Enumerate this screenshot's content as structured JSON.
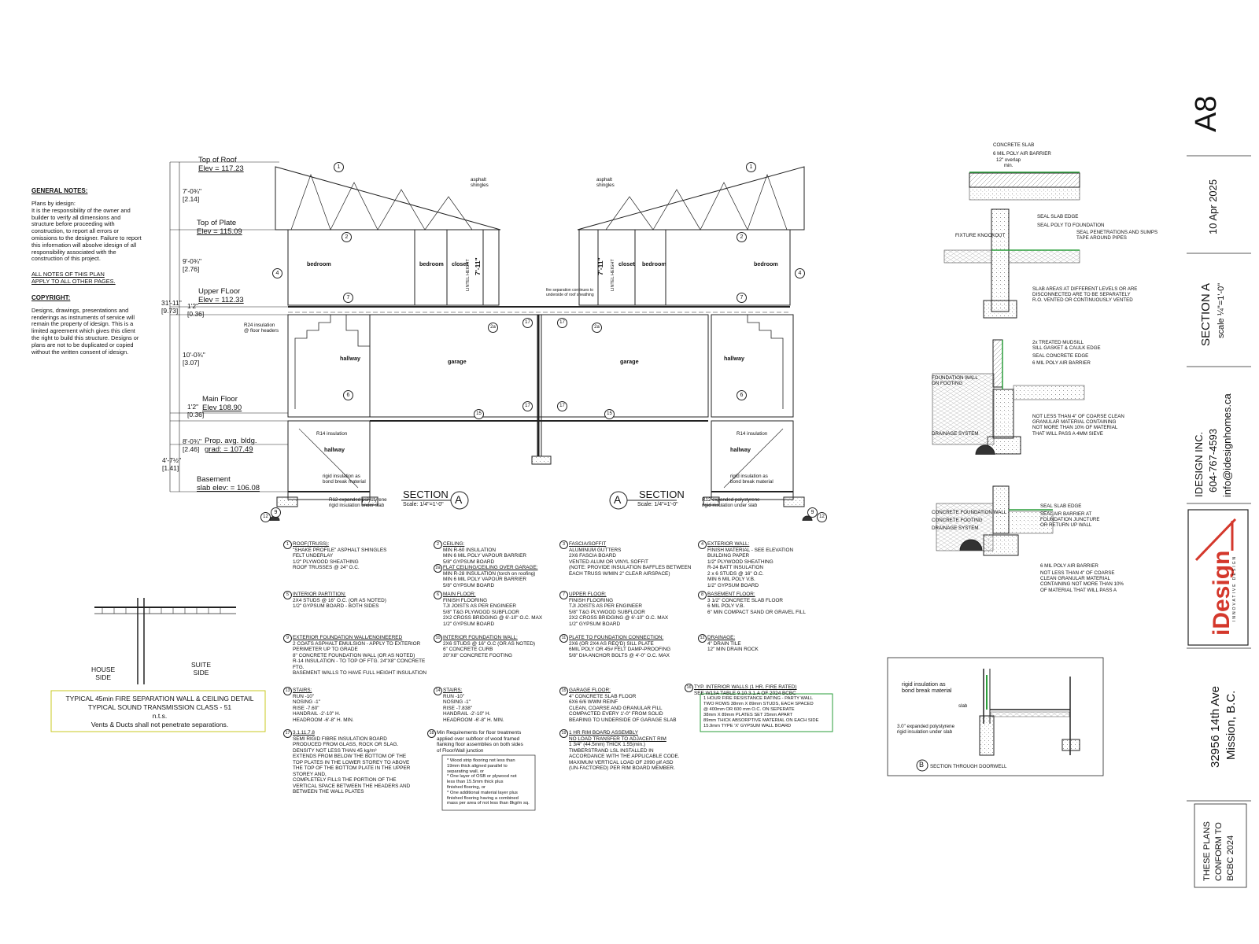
{
  "title_block": {
    "sheet": "A8",
    "date": "10 Apr 2025",
    "section_title": "SECTION A",
    "scale": "scale ¼\"=1'-0\"",
    "company": "IDESIGN INC.",
    "phone": "604-767-4593",
    "email": "info@idesignhomes.ca",
    "logo": "iDesign",
    "logo_sub": "INNOVATIVE DESIGN",
    "address1": "32956 14th Ave",
    "address2": "Mission, B.C.",
    "conform1": "THESE PLANS",
    "conform2": "CONFORM TO",
    "conform3": "BCBC 2024"
  },
  "general_notes": {
    "heading": "GENERAL NOTES:",
    "body": "Plans by idesign:\nIt is the responsibility of the owner and\nbuilder to verify all dimensions and\nstructure before proceeding with\nconstruction, to report all errors or\nomissions to the designer. Failure to report\nthis information will absolve idesign of all\nresponsibility associated with the\nconstruction of this project.",
    "all_notes": "ALL NOTES OF THIS PLAN\nAPPLY TO ALL OTHER PAGES.",
    "copyright_heading": "COPYRIGHT:",
    "copyright_body": "Designs, drawings, presentations and\nrenderings as instruments of service will\nremain the property of idesign. This is a\nlimited agreement which gives this client\nthe right to build this structure. Designs or\nplans are not to be duplicated or copied\nwithout the written consent of idesign."
  },
  "levels": {
    "top_roof": "Top of Roof",
    "top_roof_elev": "Elev = 117.23",
    "top_plate": "Top of Plate",
    "top_plate_elev": "Elev = 115.09",
    "upper_floor": "Upper FLoor",
    "upper_floor_elev": "Elev = 112.33",
    "main_floor": "Main Floor",
    "main_floor_elev": "Elev 108.90",
    "prop_grade": "Prop. avg. bldg.",
    "prop_grade_elev": "grad: = 107.49",
    "basement": "Basement",
    "basement_elev": "slab elev: = 106.08"
  },
  "dims": {
    "d1": "7'-0¾\"",
    "d1m": "[2.14]",
    "d2": "9'-0¾\"",
    "d2m": "[2.76]",
    "d3": "1'2\"",
    "d3m": "[0.36]",
    "d4": "10'-0¾\"",
    "d4m": "[3.07]",
    "d5": "1'2\"",
    "d5m": "[0.36]",
    "d6": "8'-0¾\"",
    "d6m": "[2.46]",
    "d7": "4'-7½\"",
    "d7m": "[1.41]",
    "total": "31'-11\"",
    "totalm": "[9.73]",
    "lintel": "7'-11\"",
    "lintel_label": "LINTEL HEIGHT"
  },
  "rooms": {
    "bedroom": "bedroom",
    "closet": "closet",
    "hallway": "hallway",
    "garage": "garage"
  },
  "labels": {
    "asphalt": "asphalt\nshingles",
    "r24": "R24 insulation\n@ floor headers",
    "r14": "R14 insulation",
    "rigid_bond": "rigid insulation as\nbond break material",
    "r12": "R12 expanded polystyrene\nrigid insulation under slab",
    "fire_sep": "fire separation continues\nto underside of roof sheathing",
    "section": "SECTION",
    "section_letter": "A",
    "section_scale": "Scale: 1/4\"=1'-0\""
  },
  "notes": [
    {
      "num": "1",
      "title": "ROOF(TRUSS):",
      "body": "\"SHAKE PROFILE\" ASPHALT SHINGLES\nFELT UNDERLAY\n1/2\" PLYWOOD SHEATHING\nROOF TRUSSES @ 24\" O.C."
    },
    {
      "num": "2",
      "title": "CEILING:",
      "body": "MIN R-60 INSULATION\nMIN 6 MIL POLY VAPOUR BARRIER\n5/8\" GYPSUM BOARD"
    },
    {
      "num": "3",
      "title": "FASCIA/SOFFIT",
      "body": "ALUMINUM GUTTERS\n2X6 FASCIA BOARD\nVENTED ALUM OR VINYL SOFFIT\n(NOTE: PROVIDE INSULATION BAFFLES BETWEEN\nEACH TRUSS W/MIN 2\" CLEAR AIRSPACE)"
    },
    {
      "num": "4",
      "title": "EXTERIOR WALL:",
      "body": "FINISH MATERIAL - SEE ELEVATION\nBUILDING PAPER\n1/2\" PLYWOOD SHEATHING\nR-24 BATT INSULATION\n2 x 6 STUDS @ 16\" O.C.\nMIN 6 MIL POLY V.B.\n1/2\" GYPSUM BOARD"
    },
    {
      "num": "2a",
      "title": "FLAT CEILING/CEILING OVER GARAGE:",
      "body": "MIN R-28 INSULATION (torch on roofing)\nMIN 6 MIL POLY VAPOUR BARRIER\n5/8\" GYPSUM BOARD"
    },
    {
      "num": "5",
      "title": "INTERIOR PARTITION:",
      "body": "2X4 STUDS @ 16\" O.C. (OR AS NOTED)\n1/2\" GYPSUM BOARD - BOTH SIDES"
    },
    {
      "num": "6",
      "title": "MAIN FLOOR:",
      "body": "FINISH FLOORING\nTJI JOISTS AS PER ENGINEER\n5/8\" T&G PLYWOOD SUBFLOOR\n2X2 CROSS BRIDGING @ 6'-10\" O.C. MAX\n1/2\" GYPSUM BOARD"
    },
    {
      "num": "7",
      "title": "UPPER FLOOR:",
      "body": "FINISH FLOORING\nTJI JOISTS AS PER ENGINEER\n5/8\" T&G PLYWOOD SUBFLOOR\n2X2 CROSS BRIDGING @ 6'-10\" O.C. MAX\n1/2\" GYPSUM BOARD"
    },
    {
      "num": "8",
      "title": "BASEMENT FLOOR:",
      "body": "3 1/2\" CONCRETE SLAB FLOOR\n6 MIL POLY V.B.\n6\" MIN COMPACT SAND OR GRAVEL FILL"
    },
    {
      "num": "9",
      "title": "EXTERIOR FOUNDATION WALL/ENGINEERED",
      "body": "2 COATS ASPHALT EMULSION - APPLY TO EXTERIOR\n   PERIMETER UP TO GRADE\n8\" CONCRETE FOUNDATION WALL (OR AS NOTED)\nR-14 INSULATION - TO TOP OF FTG. 24\"X8\" CONCRETE FTG.\nBASEMENT WALLS TO HAVE FULL HEIGHT INSULATION"
    },
    {
      "num": "10",
      "title": "INTERIOR FOUNDATION WALL:",
      "body": "2X6 STUDS @ 16\" O.C (OR AS NOTED)\n6\" CONCRETE CURB\n20\"X8\" CONCRETE FOOTING"
    },
    {
      "num": "11",
      "title": "PLATE TO FOUNDATION CONNECTION:",
      "body": "2X6 (OR 2X4 AS REQ'D) SILL PLATE\n6MIL POLY OR 45# FELT DAMP-PROOFING\n5/8\" DIA ANCHOR BOLTS @ 4'-0\" O.C. MAX"
    },
    {
      "num": "12",
      "title": "DRAINAGE:",
      "body": "4\" DRAIN TILE\n12\" MIN DRAIN ROCK"
    },
    {
      "num": "13",
      "title": "STAIRS:",
      "body": "RUN        -10\"\nNOSING    -1\"\nRISE        -7.60\"\nHANDRAIL  -2'-10\" H.\nHEADROOM -6'-8\" H. MIN."
    },
    {
      "num": "14",
      "title": "STAIRS:",
      "body": "RUN        -10\"\nNOSING    -1\"\nRISE        -7.838\"\nHANDRAIL  -2'-10\" H.\nHEADROOM -6'-8\" H. MIN."
    },
    {
      "num": "15",
      "title": "GARAGE FLOOR:",
      "body": "4\" CONCRETE SLAB FLOOR\n6X6 6/6 WWM REINF\nCLEAN, COARSE AND GRANULAR FILL\nCOMPACTED EVERY 1'-0\" FROM SOLID\nBEARING TO UNDERSIDE OF GARAGE SLAB"
    },
    {
      "num": "16",
      "title": "TYP. INTERIOR WALLS (1 HR. FIRE RATED)",
      "body": "SEE W13A TABLE 9.10.3.1.A OF 2024 BCBC"
    },
    {
      "num": "17",
      "title": "3.1.11.7.8",
      "body": "SEMI RIGID FIBRE INSULATION BOARD\nPRODUCED FROM GLASS, ROCK OR SLAG.\nDENSITY NOT LESS THAN 45 kg/m³\nEXTENDS FROM BELOW THE BOTTOM OF THE\nTOP PLATES IN THE LOWER STOREY TO ABOVE\nTHE TOP OF THE BOTTOM PLATE IN THE UPPER\nSTOREY AND,\nCOMPLETELY FILLS THE PORTION OF THE\nVERTICAL SPACE BETWEEN THE HEADERS AND\nBETWEEN THE WALL PLATES"
    },
    {
      "num": "18",
      "title": "",
      "body": "Min Requirements for floor treatments\napplied over subfloor of wood framed\nflanking floor assemblies on both sides\nof Floor/Wall junction"
    },
    {
      "num": "19",
      "title": "1 HR RIM BOARD ASSEMBLY\nNO LOAD TRANSFER TO ADJACENT RIM",
      "body": "1 3/4\" (44.5mm) THICK 1.55(min.)\nTIMBERSTRAND LSL INSTALLED IN\nACCORDANCE WITH THE APPLICABLE CODE.\nMAXIMUM VERTICAL LOAD OF 2090 plf ASD\n(UN-FACTORED) PER RIM BOARD MEMBER."
    }
  ],
  "note18_box": "* Wood strip flooring not less than\n  19mm thick aligned parallel to\n  separating wall, or\n* One layer of OSB or plywood not\n  less than 15.5mm thick plus\n  finished flooring, or\n* One additional material layer plus\n  finished flooring having a combined\n  mass per area of not less than 8kg/m sq.",
  "note16_box": "1 HOUR FIRE RESISTANCE RATING - PARTY WALL\nTWO ROWS 38mm X 89mm STUDS, EACH SPACED\n@ 400mm OR 600 mm O.C. ON SEPERATE\n38mm X 89mm PLATES SET 25mm APART\n89mm THICK ABSORPTIVE MATERIAL ON EACH SIDE\n15.9mm TYPE 'X' GYPSUM WALL BOARD",
  "fire_detail": {
    "line1": "TYPICAL 45min FIRE SEPARATION WALL & CEILING DETAIL",
    "line2": "TYPICAL SOUND TRANSMISSION CLASS - 51",
    "line3": "n.t.s.",
    "line4": "Vents & Ducts shall not penetrate separations.",
    "house_side": "HOUSE\nSIDE",
    "suite_side": "SUITE\nSIDE"
  },
  "details_right": {
    "concrete_slab": "CONCRETE SLAB",
    "poly": "6 MIL POLY AIR BARRIER",
    "overlap": "12\" overlap\nmin.",
    "seal_slab_edge": "SEAL SLAB EDGE",
    "seal_poly": "SEAL POLY TO FOUNDATION",
    "seal_pen": "SEAL PENETRATIONS AND SUMPS\nTAPE AROUND PIPES",
    "fixture": "FIXTURE KNOCKOUT",
    "slab_areas": "SLAB AREAS AT DIFFERENT LEVELS OR ARE\nDISCONNECTED ARE TO BE SEPARATELY\nR.O. VENTED OR CONTINUOUSLY VENTED",
    "mudsill": "2x TREATED MUDSILL\nSILL GASKET & CAULK EDGE",
    "seal_concrete": "SEAL CONCRETE EDGE",
    "poly2": "6 MIL POLY AIR BARRIER",
    "fdn_wall": "FOUNDATION WALL\nON FOOTING",
    "gravel": "NOT LESS THAN 4\" OF COARSE CLEAN\nGRANULAR MATERIAL CONTAINING\nNOT MORE THAN 10% OF MATERIAL\nTHAT WILL PASS A 4MM SIEVE",
    "drainage": "DRAINAGE SYSTEM",
    "seal_slab_edge2": "SEAL SLAB EDGE",
    "fdn_wall2": "CONCRETE FOUNDATION WALL",
    "footing": "CONCRETE FOOTING",
    "drainage2": "DRAINAGE SYSTEM",
    "air_barrier": "SEAL AIR BARRIER AT\nFOUNDATION JUNCTURE\nOR RETURN UP WALL",
    "poly3": "6 MIL POLY AIR BARRIER",
    "gravel2": "NOT LESS THAN 4\" OF COARSE\nCLEAN GRANULAR MATERIAL\nCONTAINING NOT MORE THAN 10%\nOF MATERIAL THAT WILL PASS A"
  },
  "detail_b": {
    "rigid": "rigid insulation as\nbond break material",
    "slab": "slab",
    "eps": "3.0\" expanded polystyrene\nrigid insulation under slab",
    "letter": "B",
    "caption": "SECTION THROUGH DOORWELL"
  },
  "colors": {
    "line": "#222222",
    "green": "#2a9d3a",
    "logo_red": "#d4382c"
  }
}
